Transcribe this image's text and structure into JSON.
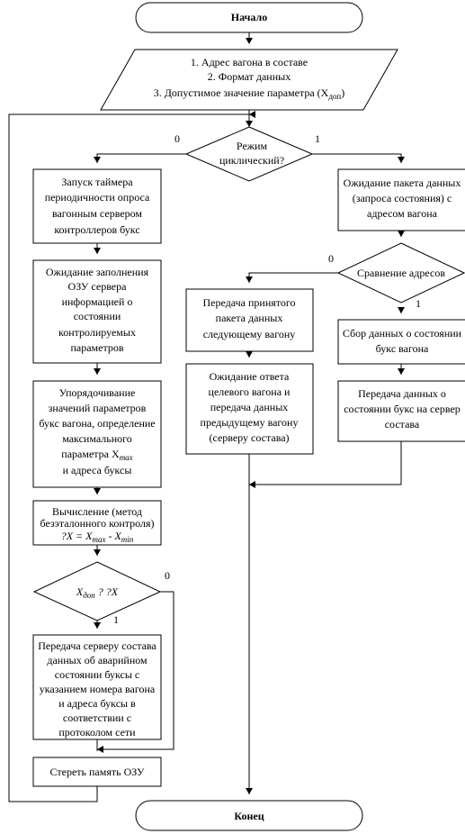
{
  "flowchart": {
    "start": "Начало",
    "end": "Конец",
    "input": [
      "1. Адрес вагона в составе",
      "2. Формат данных",
      "3. Допустимое значение параметра (X"
    ],
    "input_sub": "доп",
    "input_tail": ")",
    "decision_mode": [
      "Режим",
      "циклический?"
    ],
    "mode_no": "0",
    "mode_yes": "1",
    "left_steps": {
      "timer": [
        "Запуск таймера",
        "периодичности опроса",
        "вагонным сервером",
        "контроллеров букс"
      ],
      "wait_ram": [
        "Ожидание заполнения",
        "ОЗУ сервера",
        "информацией о",
        "состоянии",
        "контролируемых",
        "параметров"
      ],
      "sort": [
        "Упорядочивание",
        "значений параметров",
        "букс вагона, определение",
        "максимального",
        "параметра X"
      ],
      "sort_sub": "max",
      "sort_tail": "и адреса буксы",
      "calc": [
        "Вычисление (метод",
        "безэталонного контроля)"
      ],
      "calc_formula": [
        "?X = X",
        "max",
        " - X",
        "min"
      ],
      "decision_cmp": [
        "X",
        "доп",
        " ? ?X"
      ],
      "cmp_no": "0",
      "cmp_yes": "1",
      "send_alarm": [
        "Передача серверу состава",
        "данных об аварийном",
        "состоянии буксы с",
        "указанием номера вагона",
        "и адреса буксы в",
        "соответствии с",
        "протоколом сети"
      ],
      "clear_ram": "Стереть память ОЗУ"
    },
    "right_steps": {
      "wait_packet": [
        "Ожидание пакета данных",
        "(запроса состояния) с",
        "адресом вагона"
      ],
      "decision_addr": "Сравнение адресов",
      "addr_no": "0",
      "addr_yes": "1",
      "forward": [
        "Передача принятого",
        "пакета данных",
        "следующему вагону"
      ],
      "wait_reply": [
        "Ожидание ответа",
        "целевого вагона и",
        "передача данных",
        "предыдущему вагону",
        "(серверу состава)"
      ],
      "collect": [
        "Сбор данных о состоянии",
        "букс вагона"
      ],
      "send_state": [
        "Передача данных о",
        "состоянии букс на сервер",
        "состава"
      ]
    }
  }
}
